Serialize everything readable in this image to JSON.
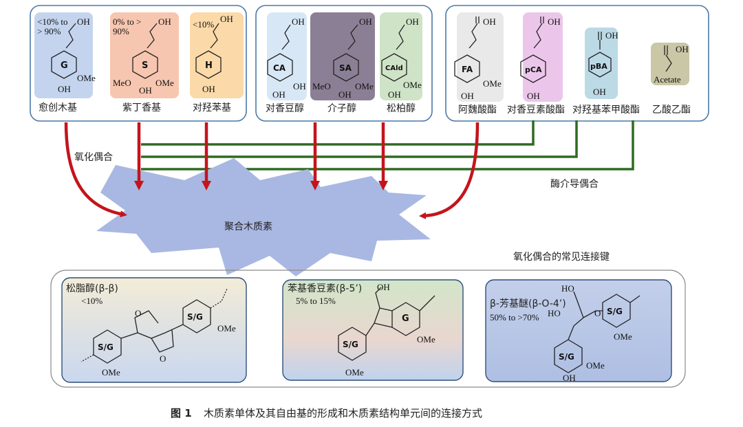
{
  "groups": {
    "g1": {
      "tiles": [
        {
          "fill": "#c4d4ee",
          "ring": "G",
          "pct": [
            "<10% to",
            "> 90%"
          ],
          "sub": [
            "OMe"
          ],
          "name": "愈创木基"
        },
        {
          "fill": "#f7c6b0",
          "ring": "S",
          "pct": [
            "0% to >",
            "90%"
          ],
          "sub": [
            "MeO",
            "OMe"
          ],
          "name": "紫丁香基"
        },
        {
          "fill": "#fbd9a8",
          "ring": "H",
          "pct": [
            "<10%"
          ],
          "sub": [],
          "name": "对羟苯基"
        }
      ]
    },
    "g2": {
      "tiles": [
        {
          "fill": "#d7e7f6",
          "ring": "CA",
          "pct": [],
          "sub": [
            "OH"
          ],
          "name": "对香豆醇"
        },
        {
          "fill": "#8b7f95",
          "ring": "SA",
          "pct": [],
          "sub": [
            "MeO",
            "OMe"
          ],
          "name": "介子醇"
        },
        {
          "fill": "#cfe3c7",
          "ring": "CAld",
          "pct": [],
          "sub": [
            "OMe"
          ],
          "name": "松柏醇"
        }
      ]
    },
    "g3": {
      "tiles": [
        {
          "fill": "#e9e9e9",
          "ring": "FA",
          "sub": [
            "OMe"
          ],
          "name": "阿魏酸酯"
        },
        {
          "fill": "#ecc6ea",
          "ring": "pCA",
          "sub": [],
          "name": "对香豆素酸酯"
        },
        {
          "fill": "#bcd9e6",
          "ring": "pBA",
          "sub": [],
          "name": "对羟基苯甲酸酯"
        },
        {
          "fill": "#c9c7a6",
          "ring": "Acetate",
          "sub": [],
          "name": "乙酸乙酯"
        }
      ]
    }
  },
  "labels": {
    "oh": "OH",
    "oxidative_coupling": "氧化偶合",
    "enzyme_coupling": "酶介导偶合",
    "polymer": "聚合木质素",
    "common_links": "氧化偶合的常见连接键"
  },
  "linkages": [
    {
      "name": "松脂醇(β-β)",
      "pct": "<10%",
      "ring_a": "S/G",
      "ring_b": "S/G",
      "sub_a": "OMe",
      "sub_b": "OMe",
      "fill": "#f1ead6"
    },
    {
      "name": "苯基香豆素(β-5’)",
      "pct": "5% to 15%",
      "ring_a": "S/G",
      "ring_b": "G",
      "sub_a": "OMe",
      "sub_b": "OMe",
      "fill": "#cfe3c7"
    },
    {
      "name": "β-芳基醚(β-O-4’)",
      "pct": "50% to >70%",
      "ring_a": "S/G",
      "ring_b": "S/G",
      "sub_a": "OMe",
      "sub_b": "OMe",
      "fill": "#bcc9e6",
      "extra": [
        "HO",
        "HO",
        "OH"
      ]
    }
  ],
  "caption": {
    "figure": "图 1",
    "text": "木质素单体及其自由基的形成和木质素结构单元间的连接方式"
  },
  "colors": {
    "arrow_red": "#c4141c",
    "line_green": "#2f6b22",
    "burst": "#a9b8e2",
    "frame": "#4a78a8"
  }
}
